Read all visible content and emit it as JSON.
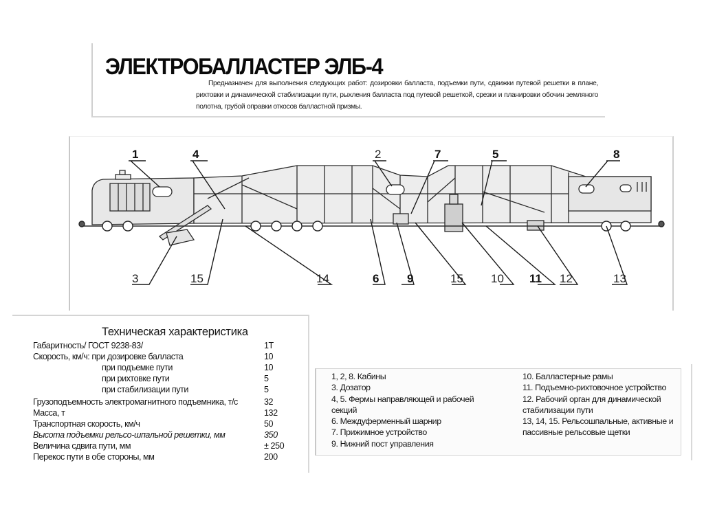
{
  "header": {
    "title": "ЭЛЕКТРОБАЛЛАСТЕР ЭЛБ-4",
    "description": "Предназначен для выполнения следующих работ: дозировки балласта, подъемки пути, сдвижки путевой решетки в плане, рихтовки и динамической стабилизации пути, рыхления балласта под путевой решеткой, срезки и планировки обочин земляного полотна, грубой оправки откосов балластной призмы."
  },
  "diagram": {
    "callouts": [
      "1",
      "4",
      "2",
      "7",
      "5",
      "8",
      "3",
      "15",
      "14",
      "6",
      "9",
      "15",
      "10",
      "11",
      "12",
      "13"
    ]
  },
  "specs": {
    "title": "Техническая характеристика",
    "rows": [
      {
        "label": "Габаритность/ ГОСТ 9238-83/",
        "value": "1Т"
      },
      {
        "label": "Скорость, км/ч: при дозировке балласта",
        "value": "10"
      },
      {
        "label": "при подъемке пути",
        "value": "10"
      },
      {
        "label": "при рихтовке пути",
        "value": "5"
      },
      {
        "label": "при стабилизации пути",
        "value": "5"
      },
      {
        "label": "Грузоподъемность электромагнитного подъемника, т/с",
        "value": "32"
      },
      {
        "label": "Масса, т",
        "value": "132"
      },
      {
        "label": "Транспортная скорость, км/ч",
        "value": "50"
      },
      {
        "label": "Высота подъемки рельсо-шпальной решетки, мм",
        "value": "350"
      },
      {
        "label": "Величина сдвига пути, мм",
        "value": "± 250"
      },
      {
        "label": "Перекос пути в обе стороны, мм",
        "value": "200"
      }
    ]
  },
  "legend": {
    "left": [
      "1, 2, 8. Кабины",
      "3. Дозатор",
      "4, 5. Фермы направляющей и рабочей",
      "секций",
      "6. Междуферменный шарнир",
      "7. Прижимное устройство",
      "9.  Нижний пост управления"
    ],
    "right": [
      "10. Балластерные рамы",
      "11. Подъемно-рихтовочное устройство",
      "12. Рабочий орган для динамической",
      "стабилизации пути",
      "13, 14, 15. Рельсошпальные, активные и",
      "пассивные рельсовые щетки"
    ]
  }
}
